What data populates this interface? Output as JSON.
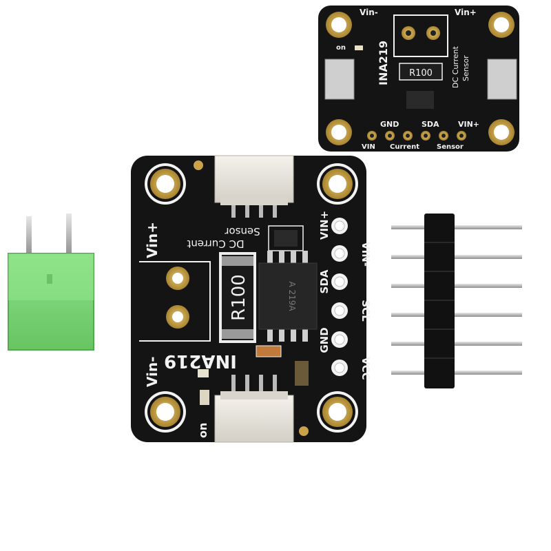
{
  "colors": {
    "pcb": "#141414",
    "silkscreen": "#f2f2f2",
    "gold_pad": "#c9a24a",
    "connector_white": "#e9e6df",
    "terminal_green": "#7fd67a",
    "header_black": "#111111",
    "pin_silver": "#b8b8b8"
  },
  "board_small": {
    "labels": {
      "vin_minus": "Vin-",
      "vin_plus": "Vin+",
      "on": "on",
      "chip": "INA219",
      "resistor": "R100",
      "title_dc": "DC Current",
      "title_sensor": "Sensor",
      "pin_gnd": "GND",
      "pin_sda": "SDA",
      "pin_vin_plus": "VIN+",
      "bottom_vin": "VIN",
      "bottom_current": "Current",
      "bottom_sensor": "Sensor"
    }
  },
  "board_large": {
    "labels": {
      "vin_plus": "Vin+",
      "vin_minus": "Vin-",
      "on": "on",
      "chip": "INA219",
      "resistor": "R100",
      "title_dc": "DC Current",
      "title_sensor": "Sensor",
      "pins": [
        "VIN+",
        "VIN-",
        "SDA",
        "SCL",
        "GND",
        "VCC"
      ],
      "chip_marking": "A 219A"
    }
  },
  "parts": {
    "terminal_block": "green-2-pin-terminal-block",
    "pin_header": "6-pin-male-header"
  }
}
